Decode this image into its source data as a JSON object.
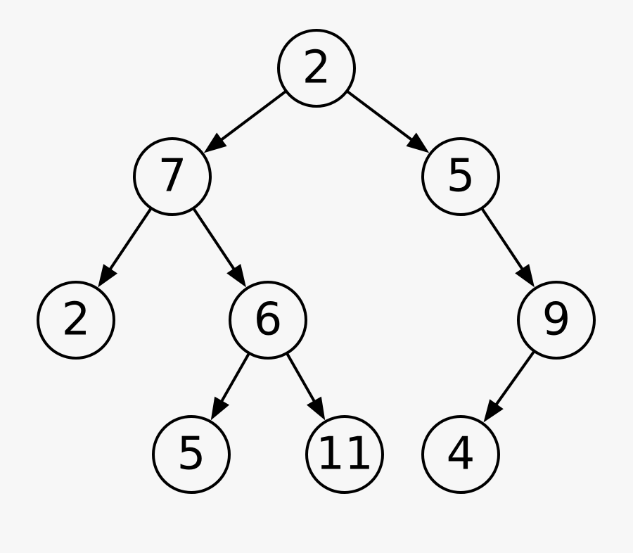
{
  "diagram": {
    "colors": {
      "background": "#f7f7f7",
      "stroke": "#000000"
    },
    "nodes": [
      {
        "id": "n_root",
        "label": "2"
      },
      {
        "id": "n_l",
        "label": "7"
      },
      {
        "id": "n_r",
        "label": "5"
      },
      {
        "id": "n_ll",
        "label": "2"
      },
      {
        "id": "n_lr",
        "label": "6"
      },
      {
        "id": "n_rr",
        "label": "9"
      },
      {
        "id": "n_lrl",
        "label": "5"
      },
      {
        "id": "n_lrr",
        "label": "11"
      },
      {
        "id": "n_rrl",
        "label": "4"
      }
    ],
    "edges": [
      {
        "from": "n_root",
        "to": "n_l"
      },
      {
        "from": "n_root",
        "to": "n_r"
      },
      {
        "from": "n_l",
        "to": "n_ll"
      },
      {
        "from": "n_l",
        "to": "n_lr"
      },
      {
        "from": "n_lr",
        "to": "n_lrl"
      },
      {
        "from": "n_lr",
        "to": "n_lrr"
      },
      {
        "from": "n_r",
        "to": "n_rr"
      },
      {
        "from": "n_rr",
        "to": "n_rrl"
      }
    ]
  }
}
